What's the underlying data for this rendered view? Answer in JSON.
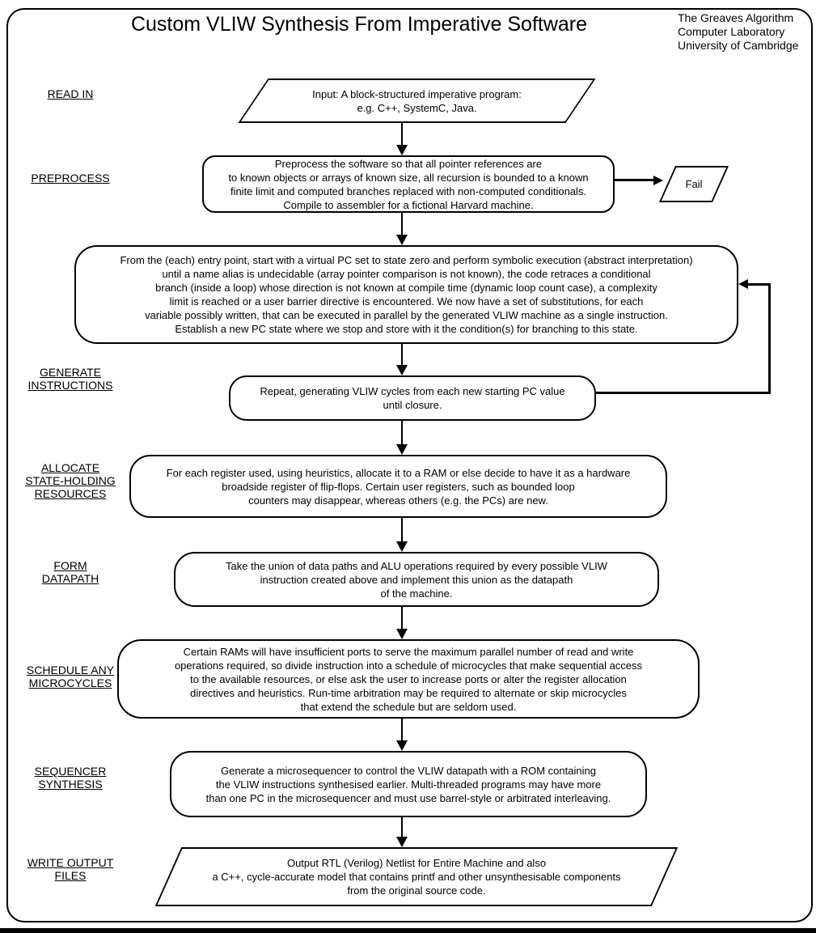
{
  "title": "Custom VLIW Synthesis From Imperative Software",
  "credit": "The Greaves Algorithm\nComputer Laboratory\nUniversity of Cambridge",
  "colors": {
    "line": "#000000",
    "background": "#ffffff"
  },
  "stages": {
    "read_in": "READ IN",
    "preprocess": "PREPROCESS",
    "generate_instructions": "GENERATE\nINSTRUCTIONS",
    "allocate_resources": "ALLOCATE\nSTATE-HOLDING\nRESOURCES",
    "form_datapath": "FORM\nDATAPATH",
    "schedule_microcycles": "SCHEDULE ANY\nMICROCYCLES",
    "sequencer_synthesis": "SEQUENCER\nSYNTHESIS",
    "write_output_files": "WRITE OUTPUT\nFILES"
  },
  "nodes": {
    "input": "Input: A block-structured imperative program:\ne.g. C++, SystemC, Java.",
    "preprocess": "Preprocess the software so that all pointer references are\nto known objects or arrays of known size, all recursion is bounded to a known\nfinite limit and computed branches replaced with non-computed conditionals.\nCompile to assembler for a fictional Harvard machine.",
    "fail": "Fail",
    "symbolic_execution": "From the (each) entry point, start with a virtual PC set to state zero and perform symbolic execution (abstract interpretation)\nuntil a name alias is undecidable (array pointer comparison is not known), the code retraces a conditional\nbranch (inside a loop) whose direction is not known at compile time (dynamic loop count case), a complexity\nlimit is reached or a user barrier directive is encountered.  We now have a set of substitutions, for each\nvariable possibly written, that can be executed in parallel by the generated VLIW machine as a single instruction.\nEstablish a new PC state where we stop and store with it the condition(s) for branching to this state.",
    "repeat": "Repeat, generating VLIW cycles from each new starting PC value\nuntil closure.",
    "allocate_resources": "For each register used, using heuristics, allocate it to a RAM or else decide to have it as a hardware\nbroadside register of flip-flops. Certain user registers, such as bounded loop\ncounters may disappear, whereas others (e.g. the PCs) are new.",
    "form_datapath": "Take the union of data paths and ALU operations required by every possible VLIW\ninstruction created above and implement this union as the datapath\nof the machine.",
    "schedule_microcycles": "Certain RAMs will have insufficient ports to serve the maximum parallel number of read and write\noperations required, so divide instruction into a schedule of microcycles that make sequential access\nto the available resources, or else ask the user to increase ports or alter the register allocation\ndirectives and heuristics.  Run-time arbitration may be required to alternate or skip microcycles\nthat extend the schedule but are seldom used.",
    "sequencer_synthesis": "Generate a microsequencer to control the VLIW datapath with a ROM containing\nthe VLIW instructions synthesised earlier.  Multi-threaded programs may have more\nthan one PC in the microsequencer and must use barrel-style  or arbitrated interleaving.",
    "output_files": "Output RTL (Verilog) Netlist for Entire Machine and also\na C++, cycle-accurate  model that contains printf and other unsynthesisable components\nfrom the original source code."
  }
}
